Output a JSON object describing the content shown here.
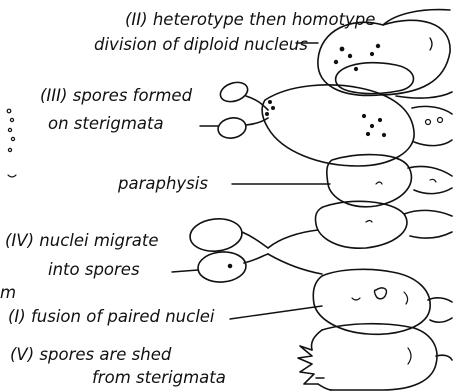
{
  "labels": {
    "label_ii_line1": "(II) heterotype then homotype",
    "label_ii_line2": "division of diploid nucleus",
    "label_iii_line1": "(III) spores formed",
    "label_iii_line2": "on sterigmata",
    "label_paraphysis": "paraphysis",
    "label_iv_line1": "(IV) nuclei migrate",
    "label_iv_line2": "into spores",
    "label_edge_m": "m",
    "label_i": "(I) fusion of paired nuclei",
    "label_v_line1": "(V) spores are shed",
    "label_v_line2": "from sterigmata"
  },
  "colors": {
    "ink": "#111111",
    "background": "#ffffff"
  }
}
